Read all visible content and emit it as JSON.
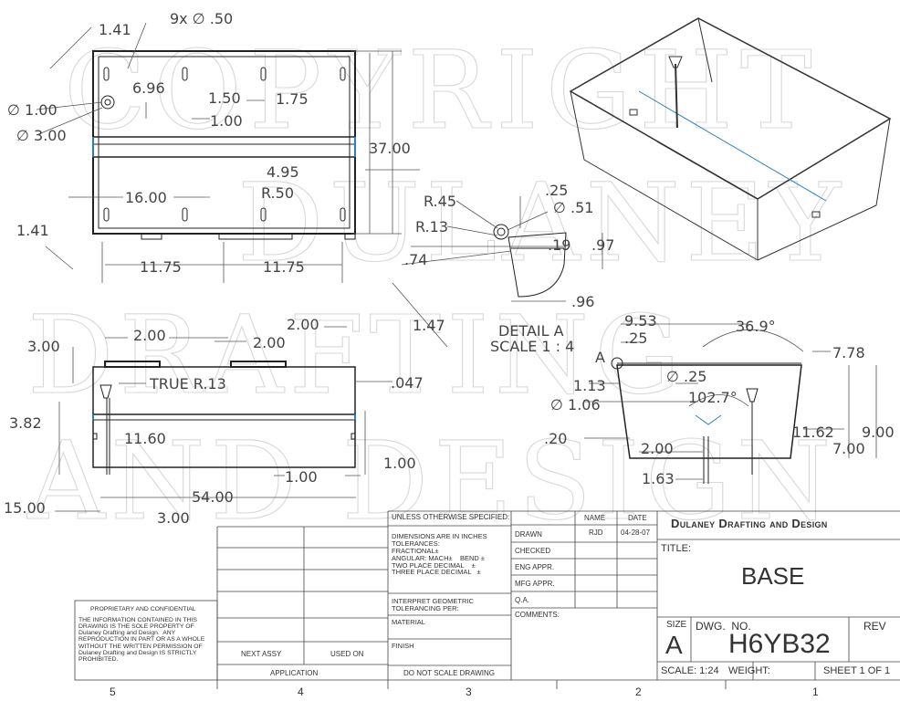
{
  "watermark": {
    "lines": [
      "COPYRIGHT",
      "DULANEY",
      "DRAFTING",
      "AND DESIGN"
    ]
  },
  "top_view": {
    "dims": [
      "1.41",
      "9x ∅ .50",
      "6.96",
      "1.50",
      "1.75",
      "1.00",
      "∅ 1.00",
      "∅ 3.00",
      "37.00",
      "4.95",
      "R.50",
      "16.00",
      "1.41",
      "11.75",
      "11.75"
    ]
  },
  "detail": {
    "dims": [
      "R.45",
      ".25",
      "∅ .51",
      "R.13",
      ".19",
      ".97",
      ".74",
      ".96",
      "1.47"
    ],
    "title": "DETAIL A",
    "scale": "SCALE 1 : 4"
  },
  "front_view": {
    "dims": [
      "2.00",
      "2.00",
      "2.00",
      "3.00",
      "TRUE R.13",
      ".047",
      "3.82",
      "11.60",
      "1.00",
      "1.00",
      "54.00",
      "15.00",
      "3.00"
    ]
  },
  "side_view": {
    "dims": [
      "9.53",
      "36.9°",
      ".25",
      "7.78",
      "A",
      "1.13",
      "∅ .25",
      "102.7°",
      "∅ 1.06",
      "11.62",
      "9.00",
      ".20",
      "2.00",
      "7.00",
      "1.63"
    ]
  },
  "title_block": {
    "company": "Dulaney Drafting and Design",
    "title_label": "TITLE:",
    "title": "BASE",
    "size_label": "SIZE",
    "size": "A",
    "dwg_label": "DWG.  NO.",
    "dwg_no": "H6YB32",
    "rev_label": "REV",
    "scale": "SCALE: 1:24",
    "weight": "WEIGHT:",
    "sheet": "SHEET 1 OF 1",
    "unless": "UNLESS OTHERWISE SPECIFIED:",
    "tolerances": "DIMENSIONS ARE IN INCHES\nTOLERANCES:\nFRACTIONAL±\nANGULAR: MACH±    BEND ±\nTWO PLACE DECIMAL    ±\nTHREE PLACE DECIMAL   ±",
    "interpret": "INTERPRET GEOMETRIC\nTOLERANCING PER:",
    "material": "MATERIAL",
    "finish": "FINISH",
    "do_not_scale": "DO NOT SCALE DRAWING",
    "name_hdr": "NAME",
    "date_hdr": "DATE",
    "drawn": "DRAWN",
    "drawn_name": "RJD",
    "drawn_date": "04-28-07",
    "checked": "CHECKED",
    "eng": "ENG APPR.",
    "mfg": "MFG APPR.",
    "qa": "Q.A.",
    "comments": "COMMENTS:",
    "next_assy": "NEXT ASSY",
    "used_on": "USED ON",
    "application": "APPLICATION",
    "prop_title": "PROPRIETARY AND CONFIDENTIAL",
    "prop_text": "THE INFORMATION CONTAINED IN THIS\nDRAWING IS THE SOLE PROPERTY OF\nDulaney Drafting and Design.  ANY\nREPRODUCTION IN PART OR AS A WHOLE\nWITHOUT THE WRITTEN PERMISSION OF\nDulaney Drafting and Design IS STRICTLY\nPROHIBITED."
  },
  "zones": [
    "5",
    "4",
    "3",
    "2",
    "1"
  ]
}
